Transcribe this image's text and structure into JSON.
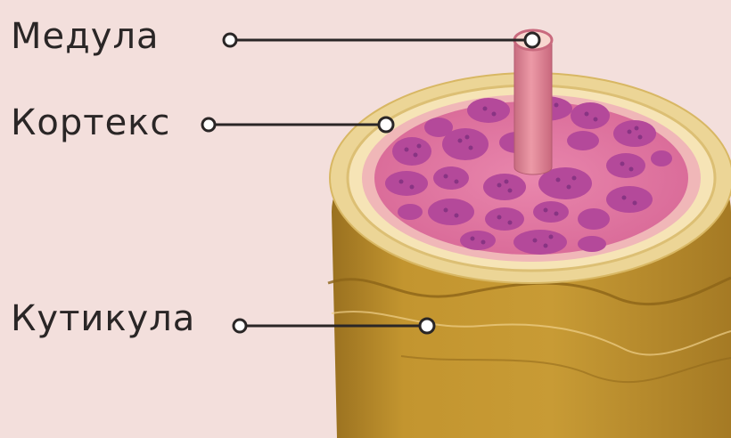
{
  "labels": {
    "medulla": "Медула",
    "cortex": "Кортекс",
    "cuticle": "Кутикула"
  },
  "colors": {
    "background": "#f3dfdc",
    "cuticle_side": "#c09232",
    "cuticle_top": "#edd79b",
    "cortex_fill": "#e07aa3",
    "cortex_cells": "#b54a98",
    "medulla": "#e48a9a",
    "leader_line": "#2a2626"
  }
}
